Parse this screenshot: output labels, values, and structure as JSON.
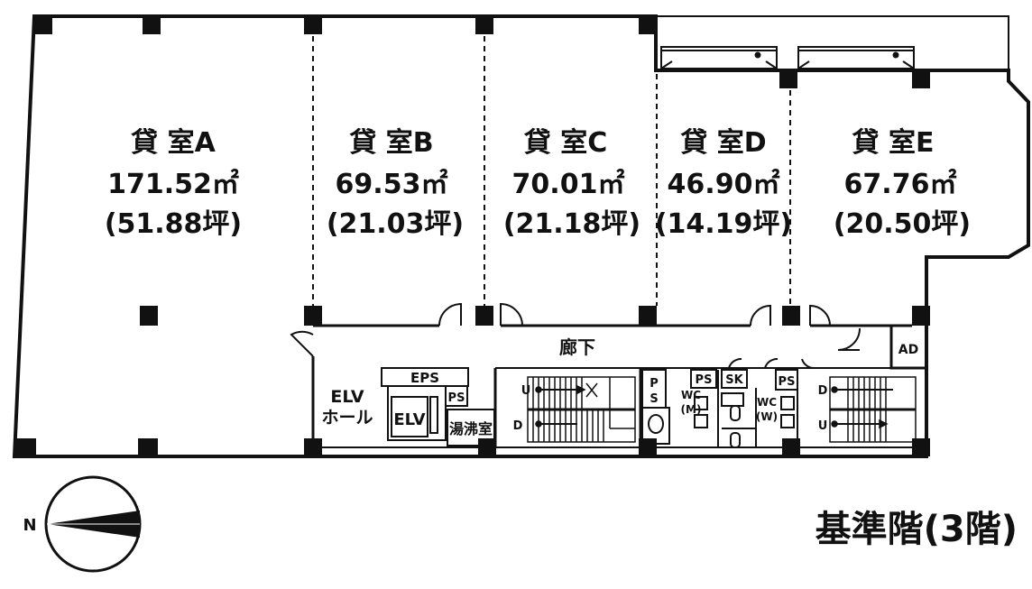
{
  "floor_title": "基準階(3階)",
  "compass_north": "N",
  "rooms": [
    {
      "name": "貸 室A",
      "area": "171.52㎡",
      "tsubo": "(51.88坪)"
    },
    {
      "name": "貸 室B",
      "area": "69.53㎡",
      "tsubo": "(21.03坪)"
    },
    {
      "name": "貸 室C",
      "area": "70.01㎡",
      "tsubo": "(21.18坪)"
    },
    {
      "name": "貸 室D",
      "area": "46.90㎡",
      "tsubo": "(14.19坪)"
    },
    {
      "name": "貸 室E",
      "area": "67.76㎡",
      "tsubo": "(20.50坪)"
    }
  ],
  "labels": {
    "corridor": "廊下",
    "elv_hall_1": "ELV",
    "elv_hall_2": "ホール",
    "elv": "ELV",
    "eps": "EPS",
    "ps": "PS",
    "ps_vertical_p": "P",
    "ps_vertical_s": "S",
    "kitchen": "湯沸室",
    "sk": "SK",
    "wc": "WC",
    "wc_m": "(M)",
    "wc_w": "(W)",
    "ad": "AD",
    "stair_u": "U",
    "stair_d": "D"
  }
}
